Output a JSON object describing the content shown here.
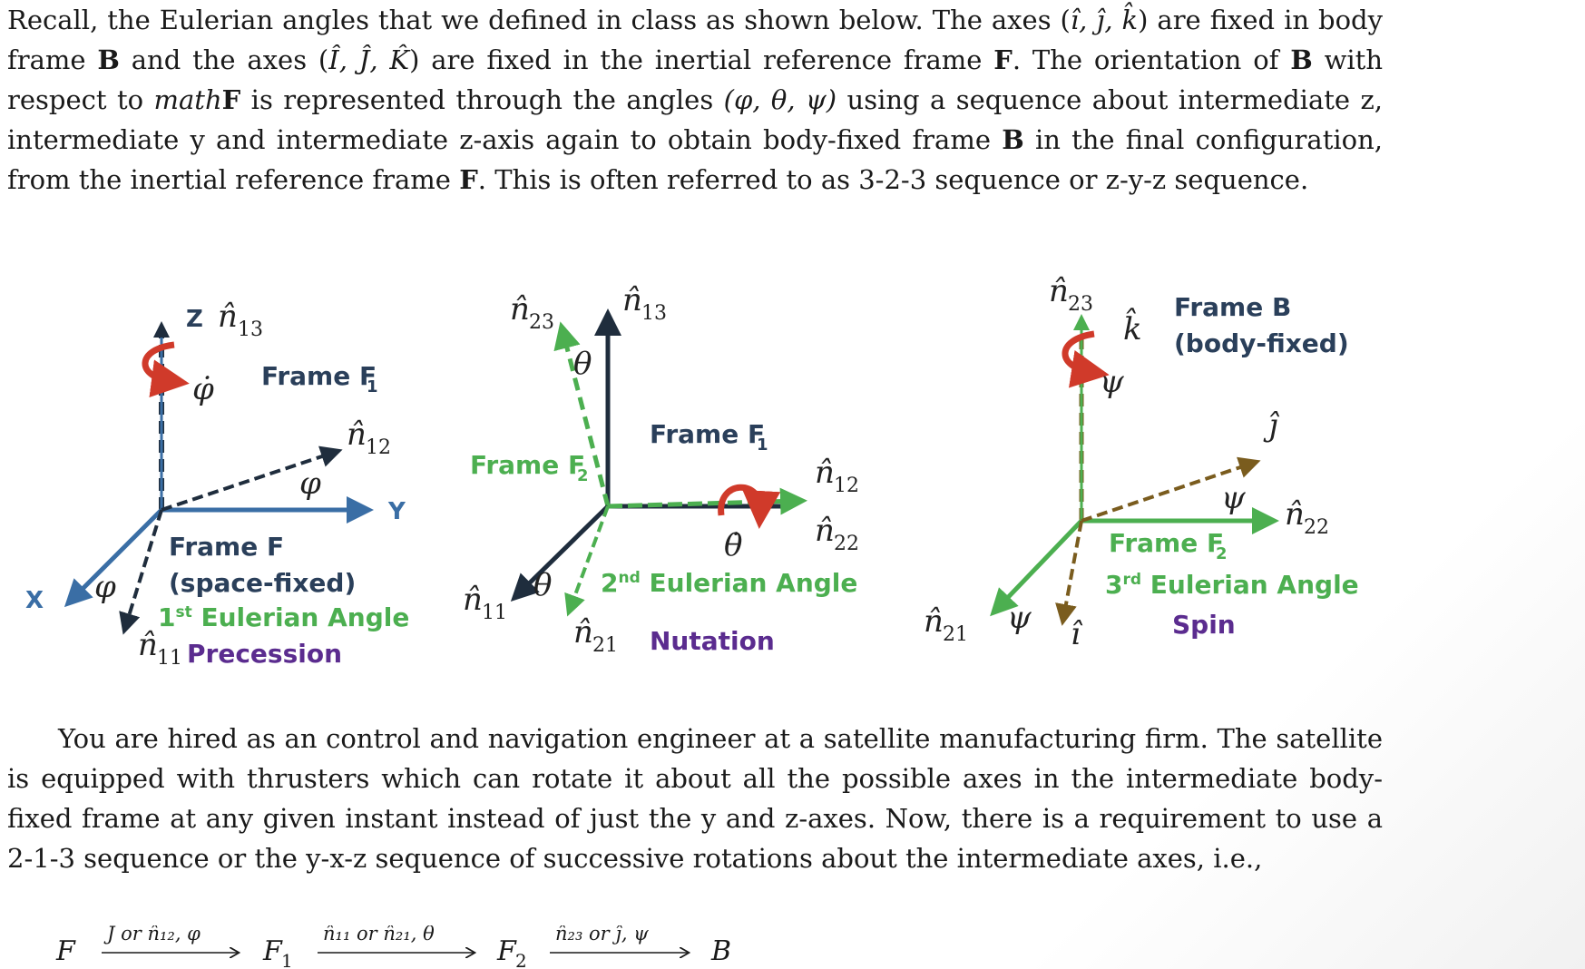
{
  "intro": {
    "s1": "Recall, the Eulerian angles that we defined in class as shown below. The axes (",
    "body_axes": "î, ĵ, k̂",
    "s2": ") are fixed in body frame ",
    "B": "B",
    "s3": " and the axes (",
    "inertial_axes": "Î, Ĵ, K̂",
    "s4": ") are fixed in the inertial reference frame ",
    "F": "F",
    "s5": ". The orientation of ",
    "s6": " with respect to ",
    "mathword": "math",
    "angles": "(φ, θ, ψ)",
    "s7": " is represented through the angles ",
    "s8": " using a sequence about intermediate z, intermediate y and intermediate z-axis again to obtain body-fixed frame ",
    "s9": " in the final configuration, from the inertial reference frame ",
    "s10": ". This is often referred to as 3-2-3 sequence or z-y-z sequence."
  },
  "figure": {
    "panel1": {
      "z_axis": "Z",
      "y_axis": "Y",
      "x_axis": "X",
      "n13": "n̂",
      "n13_sub": "13",
      "n12": "n̂",
      "n12_sub": "12",
      "n11": "n̂",
      "n11_sub": "11",
      "phi_dot": "φ̇",
      "phi": "φ",
      "phi_small": "φ",
      "frame_f1": "Frame F",
      "frame_f1_sub": "1",
      "frame_f": "Frame F",
      "space_fixed": "(space-fixed)",
      "angle_ord": "1",
      "angle_sup": "st",
      "angle_label": " Eulerian Angle",
      "angle_name": "Precession"
    },
    "panel2": {
      "n23": "n̂",
      "n23_sub": "23",
      "n13": "n̂",
      "n13_sub": "13",
      "n12": "n̂",
      "n12_sub": "12",
      "n22": "n̂",
      "n22_sub": "22",
      "n11": "n̂",
      "n11_sub": "11",
      "n21": "n̂",
      "n21_sub": "21",
      "theta": "θ",
      "theta_dot": "θ̇",
      "theta_small": "θ",
      "frame_f1": "Frame F",
      "frame_f1_sub": "1",
      "frame_f2": "Frame F",
      "frame_f2_sub": "2",
      "angle_ord": "2",
      "angle_sup": "nd",
      "angle_label": " Eulerian Angle",
      "angle_name": "Nutation"
    },
    "panel3": {
      "n23": "n̂",
      "n23_sub": "23",
      "k_hat": "k̂",
      "j_hat": "ĵ",
      "i_hat": "î",
      "n22": "n̂",
      "n22_sub": "22",
      "n21": "n̂",
      "n21_sub": "21",
      "psi_dot": "ψ",
      "psi": "ψ",
      "psi_small": "ψ",
      "frame_b": "Frame B",
      "body_fixed": "(body-fixed)",
      "frame_f2": "Frame F",
      "frame_f2_sub": "2",
      "angle_ord": "3",
      "angle_sup": "rd",
      "angle_label": " Eulerian Angle",
      "angle_name": "Spin"
    },
    "colors": {
      "green": "#4caf50",
      "blue": "#3a6ea5",
      "navy": "#1f2d3d",
      "red": "#d03a2a",
      "brown": "#7a5c1e",
      "purple": "#5b2c8f"
    }
  },
  "problem": {
    "text": "You are hired as an control and navigation engineer at a satellite manufacturing firm. The satellite is equipped with thrusters which can rotate it about all the possible axes in the intermediate body-fixed frame at any given instant instead of just the y and z-axes. Now, there is a requirement to use a 2-1-3 sequence or the y-x-z sequence of successive rotations about the intermediate axes, i.e.,"
  },
  "sequence": {
    "F": "F",
    "step1": "Ĵ or n̂₁₂, φ",
    "F1": "F",
    "F1_sub": "1",
    "step2": "n̂₁₁ or n̂₂₁, θ",
    "F2": "F",
    "F2_sub": "2",
    "step3": "n̂₂₃ or ĵ, ψ",
    "B": "B"
  }
}
